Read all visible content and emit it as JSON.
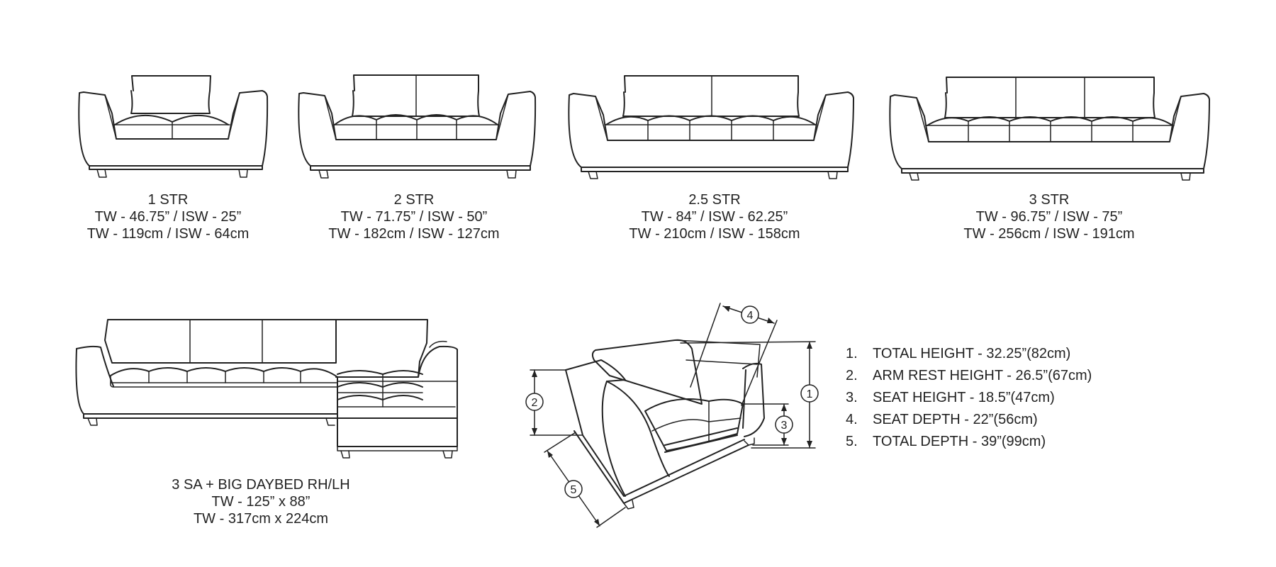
{
  "products": [
    {
      "id": "1-str",
      "name": "1 STR",
      "imperial": "TW - 46.75” / ISW - 25”",
      "metric": "TW - 119cm / ISW - 64cm"
    },
    {
      "id": "2-str",
      "name": "2 STR",
      "imperial": "TW - 71.75” / ISW - 50”",
      "metric": "TW - 182cm / ISW - 127cm"
    },
    {
      "id": "2-5-str",
      "name": "2.5 STR",
      "imperial": "TW - 84” / ISW - 62.25”",
      "metric": "TW - 210cm / ISW - 158cm"
    },
    {
      "id": "3-str",
      "name": "3 STR",
      "imperial": "TW - 96.75” / ISW - 75”",
      "metric": "TW - 256cm / ISW - 191cm"
    },
    {
      "id": "daybed",
      "name": "3 SA + BIG DAYBED RH/LH",
      "imperial": "TW - 125” x 88”",
      "metric": "TW - 317cm x 224cm"
    }
  ],
  "dimensions": [
    {
      "num": "1.",
      "marker": "1",
      "label": "TOTAL HEIGHT - 32.25”(82cm)"
    },
    {
      "num": "2.",
      "marker": "2",
      "label": "ARM REST HEIGHT - 26.5”(67cm)"
    },
    {
      "num": "3.",
      "marker": "3",
      "label": "SEAT HEIGHT - 18.5”(47cm)"
    },
    {
      "num": "4.",
      "marker": "4",
      "label": "SEAT DEPTH - 22”(56cm)"
    },
    {
      "num": "5.",
      "marker": "5",
      "label": "TOTAL DEPTH - 39”(99cm)"
    }
  ],
  "line_color": "#222222",
  "background": "#ffffff"
}
